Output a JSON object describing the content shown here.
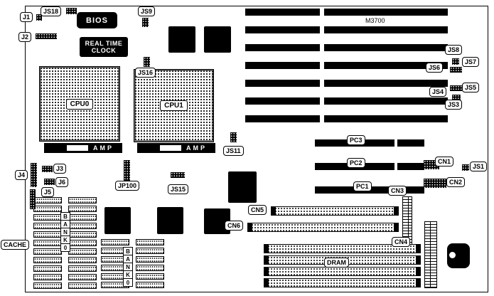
{
  "board": {
    "model": "M3700"
  },
  "chips": {
    "bios": "BIOS",
    "rtc_line1": "REAL TIME",
    "rtc_line2": "CLOCK",
    "cpu0": "CPU0",
    "cpu1": "CPU1",
    "amp_cpu0": "AMP",
    "amp_cpu1": "AMP"
  },
  "callouts": {
    "j1": "J1",
    "j2": "J2",
    "j3": "J3",
    "j4": "J4",
    "j5": "J5",
    "j6": "J6",
    "js18": "JS18",
    "js9": "JS9",
    "js16": "JS16",
    "js11": "JS11",
    "js15": "JS15",
    "jp100": "JP100",
    "js8": "JS8",
    "js7": "JS7",
    "js6": "JS6",
    "js5": "JS5",
    "js4": "JS4",
    "js3": "JS3",
    "js1": "JS1",
    "cn1": "CN1",
    "cn2": "CN2",
    "cn3": "CN3",
    "cn4": "CN4",
    "cn5": "CN5",
    "cn6": "CN6",
    "pc1": "PC1",
    "pc2": "PC2",
    "pc3": "PC3",
    "cache": "CACHE",
    "dram": "DRAM"
  },
  "banks": {
    "bank_left_letters": [
      "B",
      "A",
      "N",
      "K",
      "0"
    ],
    "bank_right_letters": [
      "B",
      "A",
      "N",
      "K",
      "0"
    ]
  }
}
